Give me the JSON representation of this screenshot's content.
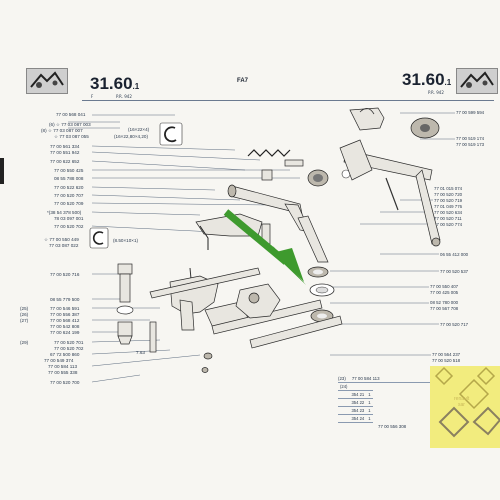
{
  "header": {
    "left_section": "31.60",
    "left_suffix": ".1",
    "left_ref": "P.R. 942",
    "center_code": "FA7",
    "right_section": "31.60",
    "right_suffix": ".1",
    "right_ref": "P.R. 942",
    "left_small_mark": "F"
  },
  "left_labels": [
    "77 00 568 041",
    "(6) ☆ 77 03 087 003",
    "(8) ☆ 77 03 087 007",
    "☆ 77 03 087 055",
    "77 00 561 334",
    "77 00 551 942",
    "77 00 622 652",
    "77 00 550 425",
    "08 55 788 008",
    "77 00 522 620",
    "77 00 520 707",
    "77 00 520 709",
    "*(38 54 378 500)",
    "78 03 097 001",
    "77 00 520 702",
    "☆ 77 00 550 449",
    "77 03 087 022",
    "77 00 520 716",
    "08 55 779 500",
    "77 00 546 591",
    "77 00 556 387",
    "77 00 568 412",
    "77 00 542 808",
    "77 00 624 199",
    "77 00 520 701",
    "77 00 520 702",
    "67 72 500 860",
    "77 00 549 374",
    "77 00 584 113",
    "77 00 555 338",
    "77 00 520 700"
  ],
  "left_bracket_prefixes": [
    "(25)",
    "(26)",
    "(27)",
    "(29)"
  ],
  "callouts": {
    "top_dims": "(16×22×4)",
    "top_dims2": "(16×22,80×4,20)",
    "mid_dims": "(8.50×10×1)",
    "small_dim": "7.63"
  },
  "right_labels": [
    "77 00 599 594",
    "77 00 519 174",
    "77 00 519 173",
    "77 01 015 074",
    "77 00 520 720",
    "77 00 520 719",
    "77 01 049 776",
    "77 00 520 634",
    "77 00 520 711",
    "77 00 520 774",
    "06 55 412 000",
    "77 00 520 537",
    "77 00 550 407",
    "77 00 425 005",
    "08 52 780 000",
    "77 00 567 708",
    "77 00 520 717",
    "77 00 564 237",
    "77 00 520 518"
  ],
  "table": {
    "header_ref": "(23)",
    "header_part": "77 00 584 113",
    "rows": [
      {
        "ref": "(24)",
        "code": "",
        "qty": "",
        "extra": ""
      },
      {
        "ref": "",
        "code": "354 21",
        "qty": "1",
        "extra": ""
      },
      {
        "ref": "",
        "code": "354 22",
        "qty": "1",
        "extra": ""
      },
      {
        "ref": "",
        "code": "354 23",
        "qty": "1",
        "extra": ""
      },
      {
        "ref": "",
        "code": "354 24",
        "qty": "1",
        "extra": ""
      }
    ],
    "footer_part": "77 00 556 308"
  },
  "colors": {
    "arrow": "#3e9a2e",
    "seal_yellow": "#f2ec7e",
    "ink": "#2b3a4e"
  },
  "icons": [
    "gearbox-icon-left",
    "gearbox-icon-right",
    "circlip-icon-top",
    "circlip-icon-mid",
    "green-arrow-icon",
    "seal-logo-icon"
  ]
}
